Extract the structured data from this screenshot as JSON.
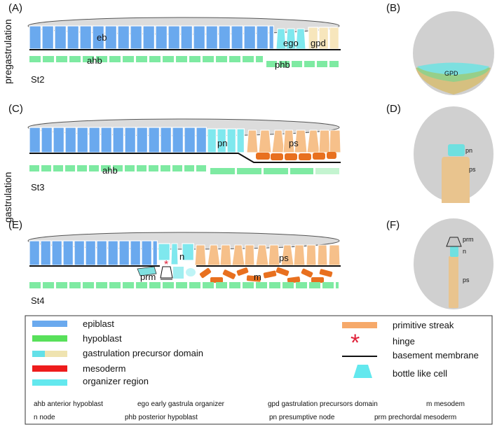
{
  "side_labels": {
    "pregastrulation": "pregastrulation",
    "gastrulation": "gastrulation"
  },
  "panels": {
    "A": {
      "tag": "(A)",
      "eb": "eb",
      "ego": "ego",
      "gpd": "gpd",
      "ahb": "ahb",
      "phb": "phb",
      "stage": "St2"
    },
    "B": {
      "tag": "(B)",
      "gpd": "GPD"
    },
    "C": {
      "tag": "(C)",
      "pn": "pn",
      "ps": "ps",
      "ahb": "ahb",
      "stage": "St3"
    },
    "D": {
      "tag": "(D)",
      "pn": "pn",
      "ps": "ps"
    },
    "E": {
      "tag": "(E)",
      "n": "n",
      "ps": "ps",
      "prm": "prm",
      "m": "m",
      "hinge_mark": "*",
      "stage": "St4"
    },
    "F": {
      "tag": "(F)",
      "prm": "prm",
      "n": "n",
      "ps": "ps"
    }
  },
  "legend": {
    "items": [
      {
        "label": "epiblast",
        "color": "#6aa9ee"
      },
      {
        "label": "hypoblast",
        "color": "#58e05a"
      },
      {
        "label": "gastrulation precursor domain",
        "colors": [
          "#63e0e8",
          "#efe3b0"
        ]
      },
      {
        "label": "mesoderm",
        "color": "#ee1c1c"
      },
      {
        "label": "organizer region",
        "color": "#63e8ee"
      },
      {
        "label": "primitive streak",
        "color": "#f6a96a"
      },
      {
        "label": "hinge",
        "symbol": "*",
        "color": "#e0223a"
      },
      {
        "label": "basement membrane",
        "color": "#111111"
      },
      {
        "label": "bottle like cell",
        "color": "#63e8ee"
      }
    ],
    "abbreviations": [
      "ahb anterior hypoblast",
      "ego early gastrula organizer",
      "gpd gastrulation precursors domain",
      "m mesodem",
      "n node",
      "phb posterior hypoblast",
      "pn presumptive node",
      "prm prechordal mesoderm"
    ]
  }
}
